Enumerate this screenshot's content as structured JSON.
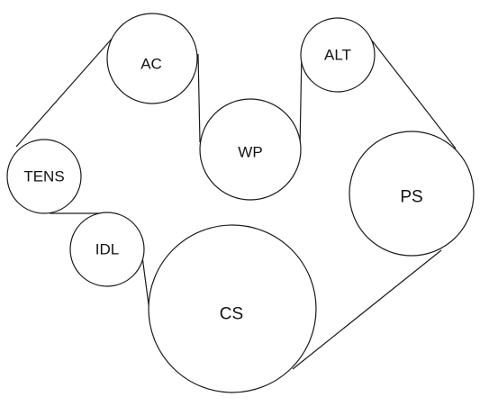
{
  "diagram": {
    "pulleys": [
      {
        "id": "ac",
        "label": "AC"
      },
      {
        "id": "alt",
        "label": "ALT"
      },
      {
        "id": "wp",
        "label": "WP"
      },
      {
        "id": "tens",
        "label": "TENS"
      },
      {
        "id": "ps",
        "label": "PS"
      },
      {
        "id": "idl",
        "label": "IDL"
      },
      {
        "id": "cs",
        "label": "CS"
      }
    ]
  }
}
